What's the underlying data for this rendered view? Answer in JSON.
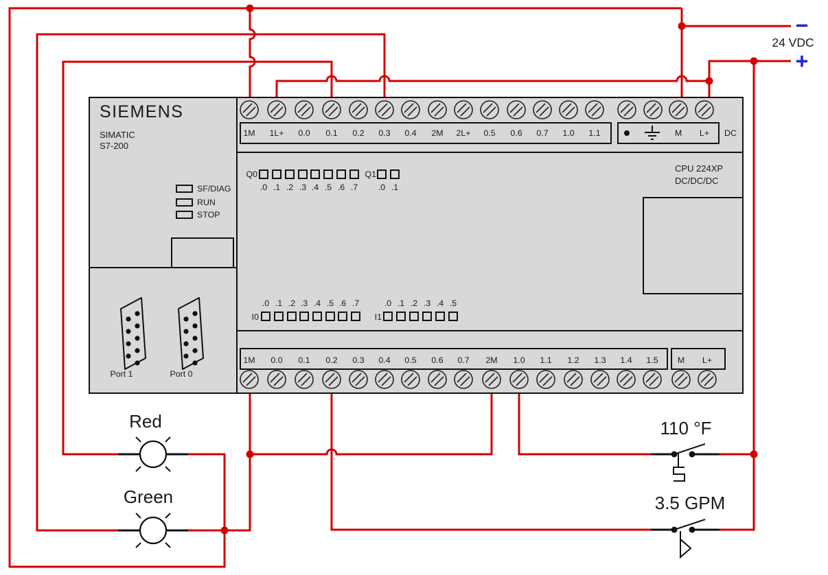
{
  "supply": {
    "label": "24 VDC",
    "minus_symbol": "−",
    "plus_symbol": "+"
  },
  "plc": {
    "brand": "SIEMENS",
    "series": "SIMATIC",
    "model": "S7-200",
    "cpu_model": "CPU 224XP",
    "cpu_power": "DC/DC/DC",
    "status_leds": [
      "SF/DIAG",
      "RUN",
      "STOP"
    ],
    "ports": [
      "Port 1",
      "Port 0"
    ],
    "top_terminals": [
      "1M",
      "1L+",
      "0.0",
      "0.1",
      "0.2",
      "0.3",
      "0.4",
      "2M",
      "2L+",
      "0.5",
      "0.6",
      "0.7",
      "1.0",
      "1.1"
    ],
    "top_right_icons": [
      "sensor-dot",
      "earth-ground"
    ],
    "top_right_terminals": [
      "M",
      "L+"
    ],
    "dc_label": "DC",
    "output_groups": [
      {
        "label": "Q0",
        "points": [
          ".0",
          ".1",
          ".2",
          ".3",
          ".4",
          ".5",
          ".6",
          ".7"
        ]
      },
      {
        "label": "Q1",
        "points": [
          ".0",
          ".1"
        ]
      }
    ],
    "input_groups": [
      {
        "label": "I0",
        "points": [
          ".0",
          ".1",
          ".2",
          ".3",
          ".4",
          ".5",
          ".6",
          ".7"
        ]
      },
      {
        "label": "I1",
        "points": [
          ".0",
          ".1",
          ".2",
          ".3",
          ".4",
          ".5"
        ]
      }
    ],
    "bottom_terminals": [
      "1M",
      "0.0",
      "0.1",
      "0.2",
      "0.3",
      "0.4",
      "0.5",
      "0.6",
      "0.7",
      "2M",
      "1.0",
      "1.1",
      "1.2",
      "1.3",
      "1.4",
      "1.5"
    ],
    "bottom_right_terminals": [
      "M",
      "L+"
    ]
  },
  "field_devices": {
    "lamps": [
      {
        "label": "Red"
      },
      {
        "label": "Green"
      }
    ],
    "switches": [
      {
        "label": "110 °F",
        "type": "temperature-switch"
      },
      {
        "label": "3.5 GPM",
        "type": "flow-switch"
      }
    ]
  },
  "colors": {
    "wire": "#d40000",
    "polarity_blue": "#2222dd",
    "plc_body": "#d8d8d8"
  }
}
